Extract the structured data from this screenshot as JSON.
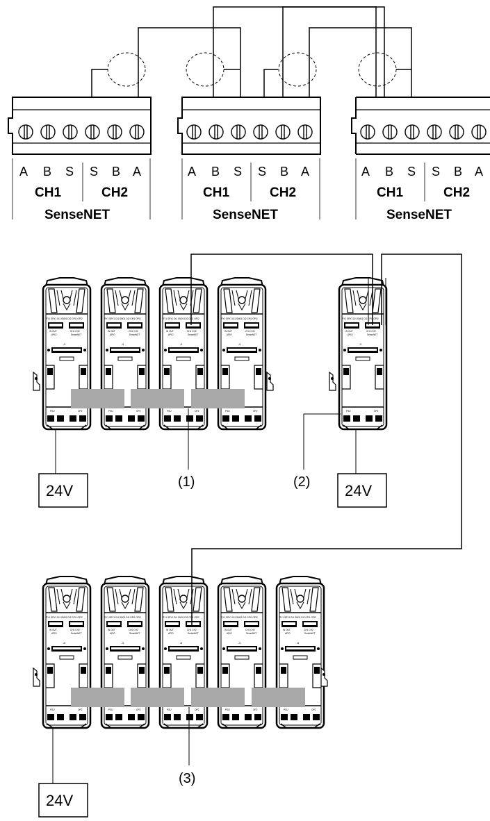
{
  "connector": {
    "channels": [
      "CH1",
      "CH2"
    ],
    "terminals": [
      "A",
      "B",
      "S",
      "S",
      "B",
      "A"
    ],
    "network_label": "SenseNET"
  },
  "module_print": {
    "top_terms": [
      "RY1",
      "SRY1",
      "DI1",
      "SND1",
      "DI2",
      "GPI1",
      "GPI2",
      "OPI2"
    ],
    "io_labels": [
      "IN",
      "OUT",
      "CH1",
      "CH2"
    ],
    "sub_labels": [
      "APIO",
      "SenseNET"
    ],
    "bottom_left": "PSU",
    "bottom_right": "OP2"
  },
  "callouts": [
    "(1)",
    "(2)",
    "(3)"
  ],
  "supply_labels": [
    "24V",
    "24V",
    "24V"
  ]
}
